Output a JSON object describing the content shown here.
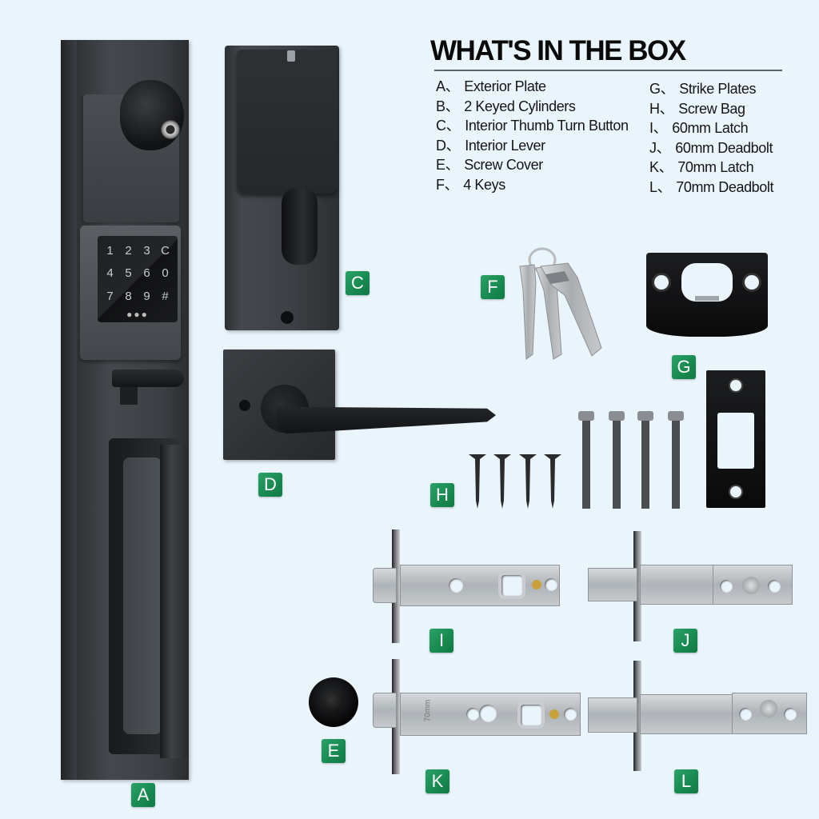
{
  "header": {
    "title": "WHAT'S IN THE BOX"
  },
  "contents": {
    "left_column": [
      {
        "letter": "A",
        "label": "Exterior Plate"
      },
      {
        "letter": "B",
        "label": "2 Keyed Cylinders"
      },
      {
        "letter": "C",
        "label": "Interior Thumb Turn Button"
      },
      {
        "letter": "D",
        "label": "Interior Lever"
      },
      {
        "letter": "E",
        "label": "Screw Cover"
      },
      {
        "letter": "F",
        "label": "4 Keys"
      }
    ],
    "right_column": [
      {
        "letter": "G",
        "label": "Strike Plates"
      },
      {
        "letter": "H",
        "label": "Screw Bag"
      },
      {
        "letter": "I",
        "label": "60mm Latch"
      },
      {
        "letter": "J",
        "label": "60mm Deadbolt"
      },
      {
        "letter": "K",
        "label": "70mm Latch"
      },
      {
        "letter": "L",
        "label": "70mm Deadbolt"
      }
    ],
    "separator": "、"
  },
  "badges": {
    "A": "A",
    "C": "C",
    "D": "D",
    "E": "E",
    "F": "F",
    "G": "G",
    "H": "H",
    "I": "I",
    "J": "J",
    "K": "K",
    "L": "L"
  },
  "keypad": {
    "keys": [
      "1",
      "2",
      "3",
      "C",
      "4",
      "5",
      "6",
      "0",
      "7",
      "8",
      "9",
      "#"
    ],
    "indicator": "●●●"
  },
  "latch_stamp": "70mm",
  "colors": {
    "background": "#e9f4fb",
    "badge_green": "#1a8f52",
    "hardware_black": "#1c1d1f",
    "stainless": "#c6cacd"
  }
}
